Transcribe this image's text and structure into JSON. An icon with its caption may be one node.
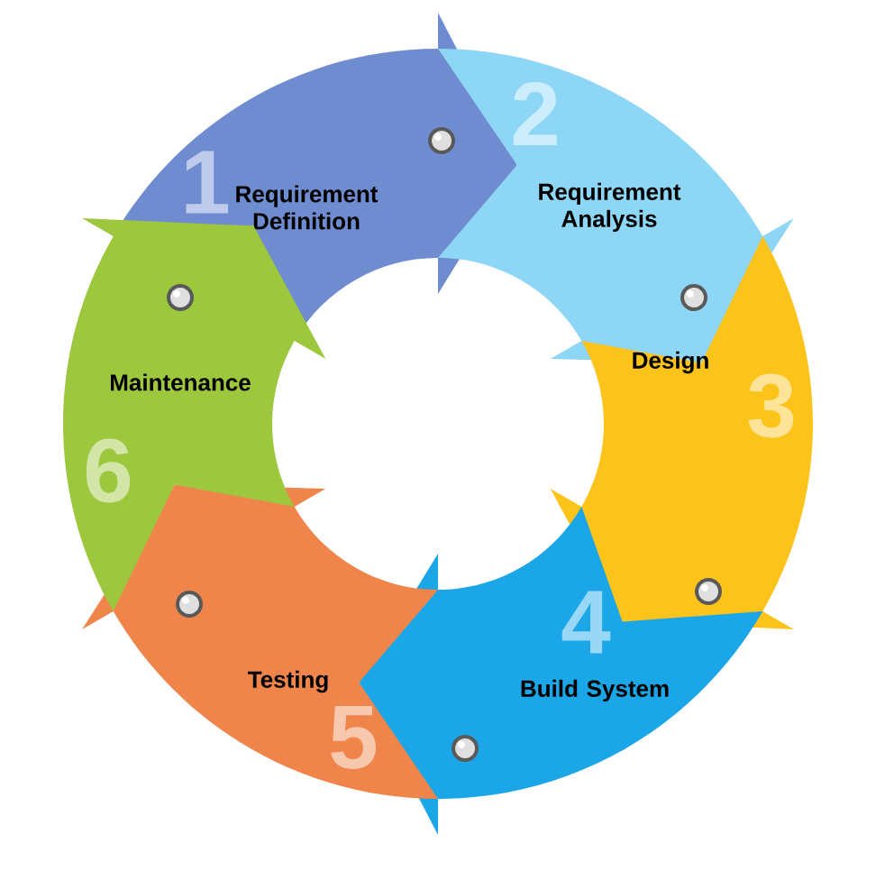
{
  "diagram": {
    "nodes": [
      {
        "text": [
          "1",
          "Requirement Definition"
        ]
      },
      {
        "text": [
          "2",
          "Requirement Analysis"
        ]
      },
      {
        "text": [
          "Design",
          "3"
        ]
      },
      {
        "text": [
          "4",
          "Build System"
        ]
      },
      {
        "text": [
          "Testing",
          "5"
        ]
      },
      {
        "text": [
          "Maintenance",
          "6"
        ]
      }
    ]
  }
}
